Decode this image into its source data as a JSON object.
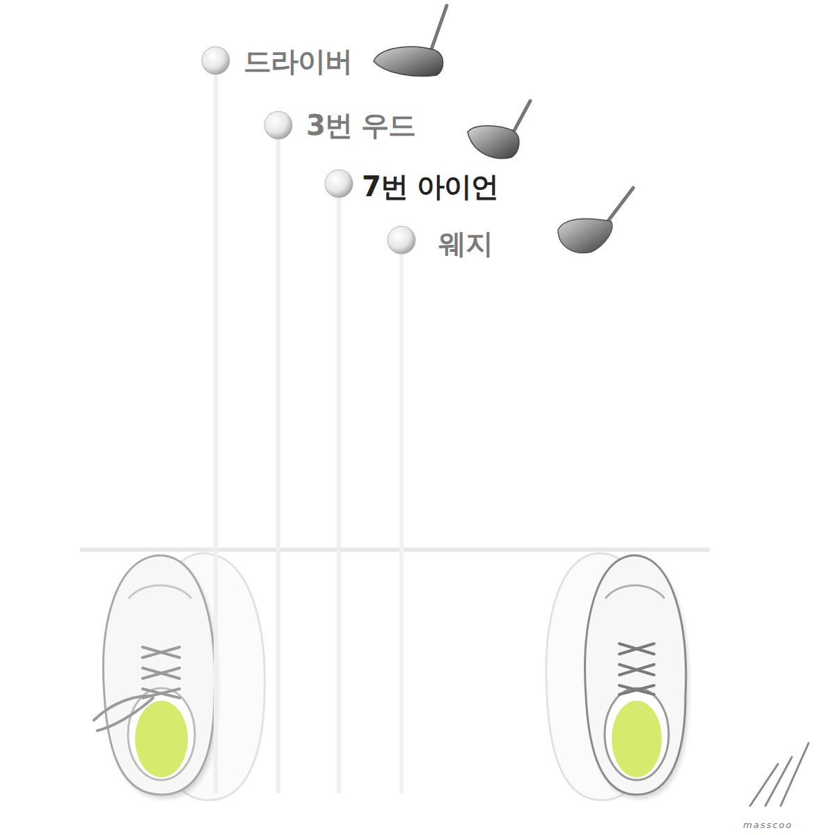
{
  "diagram": {
    "labels": [
      "드라이버",
      "3번 우드",
      "7번 아이언",
      "웨지",
      "masscoo"
    ]
  }
}
